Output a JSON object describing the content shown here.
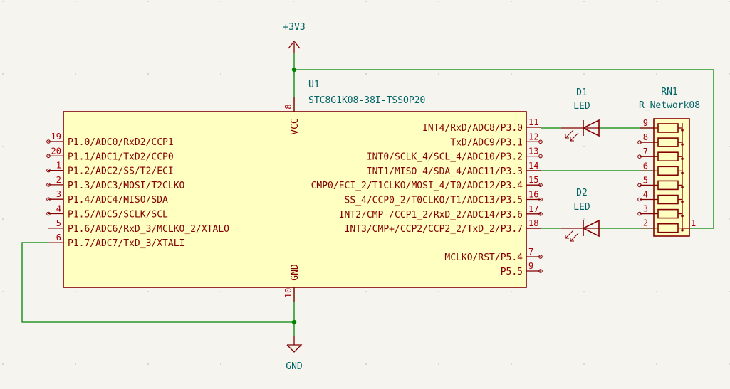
{
  "power": {
    "vcc_label": "+3V3",
    "gnd_label": "GND"
  },
  "u1": {
    "ref": "U1",
    "value": "STC8G1K08-38I-TSSOP20",
    "vcc_pin": {
      "num": "8",
      "name": "VCC"
    },
    "gnd_pin": {
      "num": "10",
      "name": "GND"
    },
    "left_pins": [
      {
        "num": "19",
        "name": "P1.0/ADC0/RxD2/CCP1"
      },
      {
        "num": "20",
        "name": "P1.1/ADC1/TxD2/CCP0"
      },
      {
        "num": "1",
        "name": "P1.2/ADC2/SS/T2/ECI"
      },
      {
        "num": "2",
        "name": "P1.3/ADC3/MOSI/T2CLKO"
      },
      {
        "num": "3",
        "name": "P1.4/ADC4/MISO/SDA"
      },
      {
        "num": "4",
        "name": "P1.5/ADC5/SCLK/SCL"
      },
      {
        "num": "5",
        "name": "P1.6/ADC6/RxD_3/MCLKO_2/XTALO"
      },
      {
        "num": "6",
        "name": "P1.7/ADC7/TxD_3/XTALI"
      }
    ],
    "right_pins": [
      {
        "num": "11",
        "name": "INT4/RxD/ADC8/P3.0"
      },
      {
        "num": "12",
        "name": "TxD/ADC9/P3.1"
      },
      {
        "num": "13",
        "name": "INT0/SCLK_4/SCL_4/ADC10/P3.2"
      },
      {
        "num": "14",
        "name": "INT1/MISO_4/SDA_4/ADC11/P3.3"
      },
      {
        "num": "15",
        "name": "CMP0/ECI_2/T1CLKO/MOSI_4/T0/ADC12/P3.4"
      },
      {
        "num": "16",
        "name": "SS_4/CCP0_2/T0CLKO/T1/ADC13/P3.5"
      },
      {
        "num": "17",
        "name": "INT2/CMP-/CCP1_2/RxD_2/ADC14/P3.6"
      },
      {
        "num": "18",
        "name": "INT3/CMP+/CCP2/CCP2_2/TxD_2/P3.7"
      }
    ],
    "right_extra_pins": [
      {
        "num": "7",
        "name": "MCLKO/RST/P5.4"
      },
      {
        "num": "9",
        "name": "P5.5"
      }
    ]
  },
  "d1": {
    "ref": "D1",
    "value": "LED"
  },
  "d2": {
    "ref": "D2",
    "value": "LED"
  },
  "rn1": {
    "ref": "RN1",
    "value": "R_Network08",
    "common_pin": "1",
    "pins": [
      "9",
      "8",
      "7",
      "6",
      "5",
      "4",
      "3",
      "2"
    ]
  },
  "colors": {
    "background": "#f5f4ef",
    "wire": "#008400",
    "component_outline": "#840000",
    "component_fill": "#ffffc2",
    "text": "#006464",
    "pin": "#840000",
    "grid": "#c8c8c8"
  }
}
